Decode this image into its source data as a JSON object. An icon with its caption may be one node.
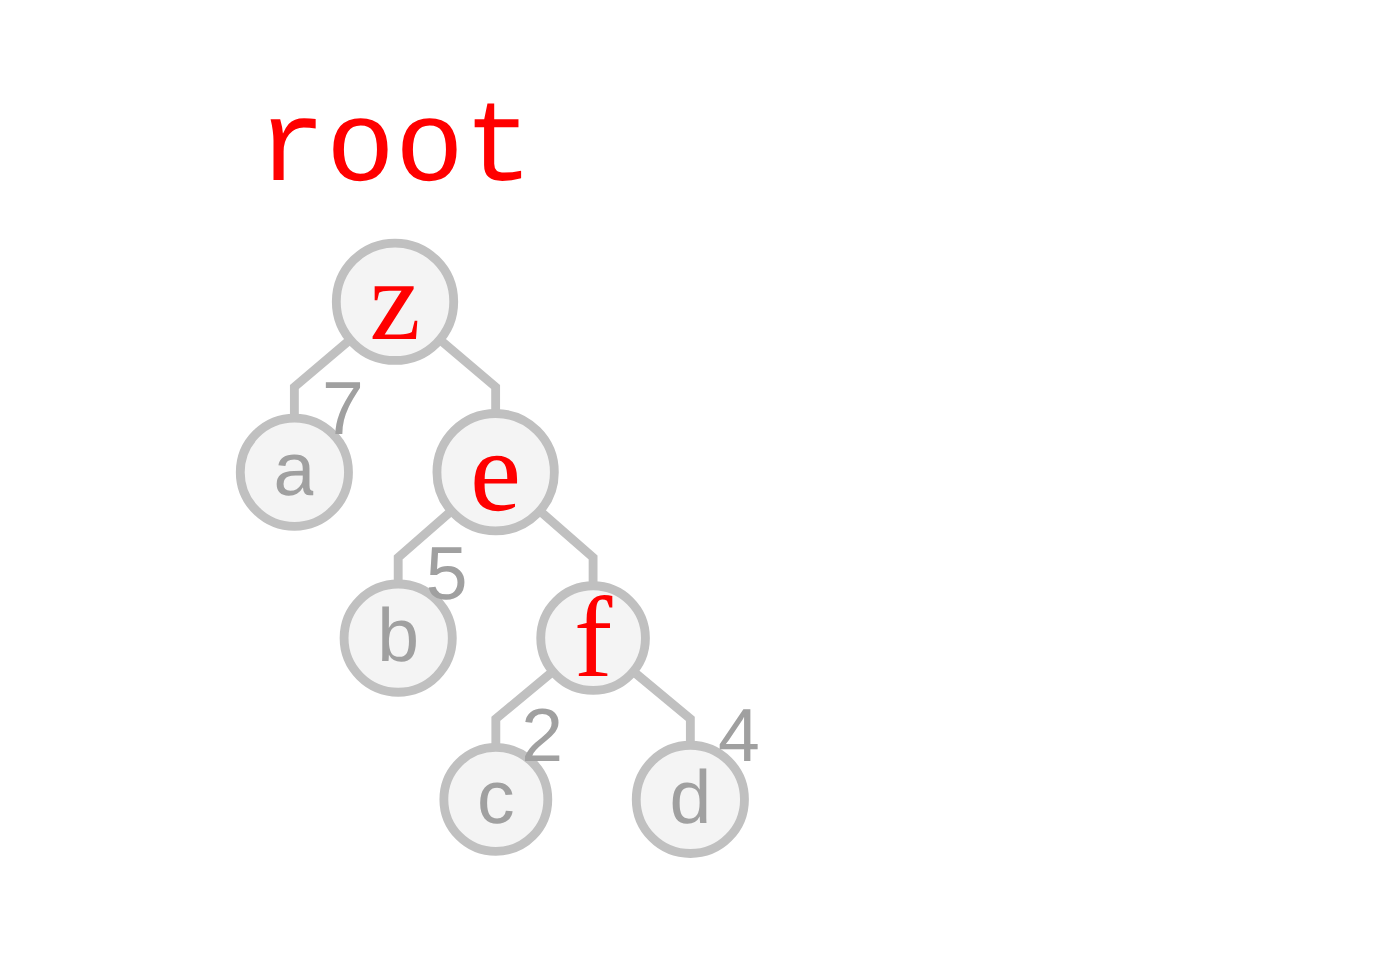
{
  "diagram": {
    "nodes": [
      {
        "text": [
          "z"
        ],
        "beside": [
          "root"
        ]
      },
      {
        "text": [
          "a"
        ],
        "beside": [
          "7"
        ]
      },
      {
        "text": [
          "e"
        ]
      },
      {
        "text": [
          "b"
        ],
        "beside": [
          "5"
        ]
      },
      {
        "text": [
          "f"
        ]
      },
      {
        "text": [
          "c"
        ],
        "beside": [
          "2"
        ]
      },
      {
        "text": [
          "d"
        ],
        "beside": [
          "4"
        ]
      }
    ],
    "edges": [
      {
        "from": 0,
        "to": 1,
        "arrow": "none"
      },
      {
        "from": 0,
        "to": 2,
        "arrow": "none"
      },
      {
        "from": 2,
        "to": 3,
        "arrow": "none"
      },
      {
        "from": 2,
        "to": 4,
        "arrow": "none"
      },
      {
        "from": 4,
        "to": 5,
        "arrow": "none"
      },
      {
        "from": 4,
        "to": 6,
        "arrow": "none"
      }
    ]
  }
}
